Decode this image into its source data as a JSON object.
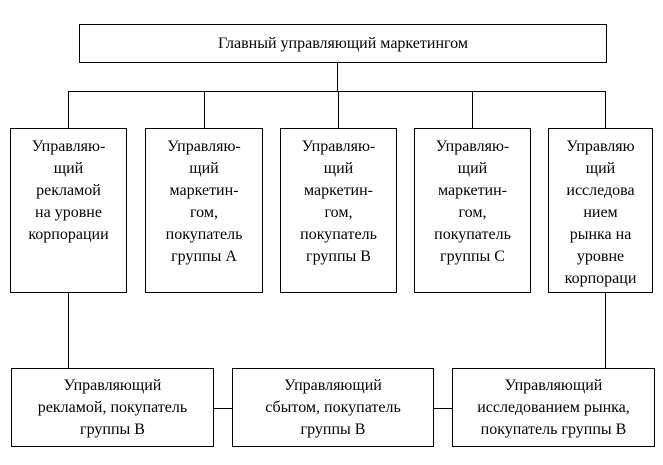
{
  "diagram": {
    "top": {
      "label": "Главный управляющий маркетингом"
    },
    "level2": [
      {
        "id": "ads-corp",
        "label": "Управляю-\nщий\nрекламой\nна уровне\nкорпорации"
      },
      {
        "id": "mkt-a",
        "label": "Управляю-\nщий\nмаркетин-\nгом,\nпокупатель\nгруппы А"
      },
      {
        "id": "mkt-b",
        "label": "Управляю-\nщий\nмаркетин-\nгом,\nпокупатель\nгруппы В"
      },
      {
        "id": "mkt-c",
        "label": "Управляю-\nщий\nмаркетин-\nгом,\nпокупатель\nгруппы С"
      },
      {
        "id": "research-corp",
        "label": "Управляю\nщий\nисследова\nнием\nрынка на\nуровне\nкорпораци"
      }
    ],
    "level3": [
      {
        "id": "ads-b",
        "label": "Управляющий\nрекламой, покупатель\nгруппы В"
      },
      {
        "id": "sales-b",
        "label": "Управляющий\nсбытом, покупатель\nгруппы В"
      },
      {
        "id": "research-b",
        "label": "Управляющий\nисследованием рынка,\nпокупатель группы В"
      }
    ]
  }
}
